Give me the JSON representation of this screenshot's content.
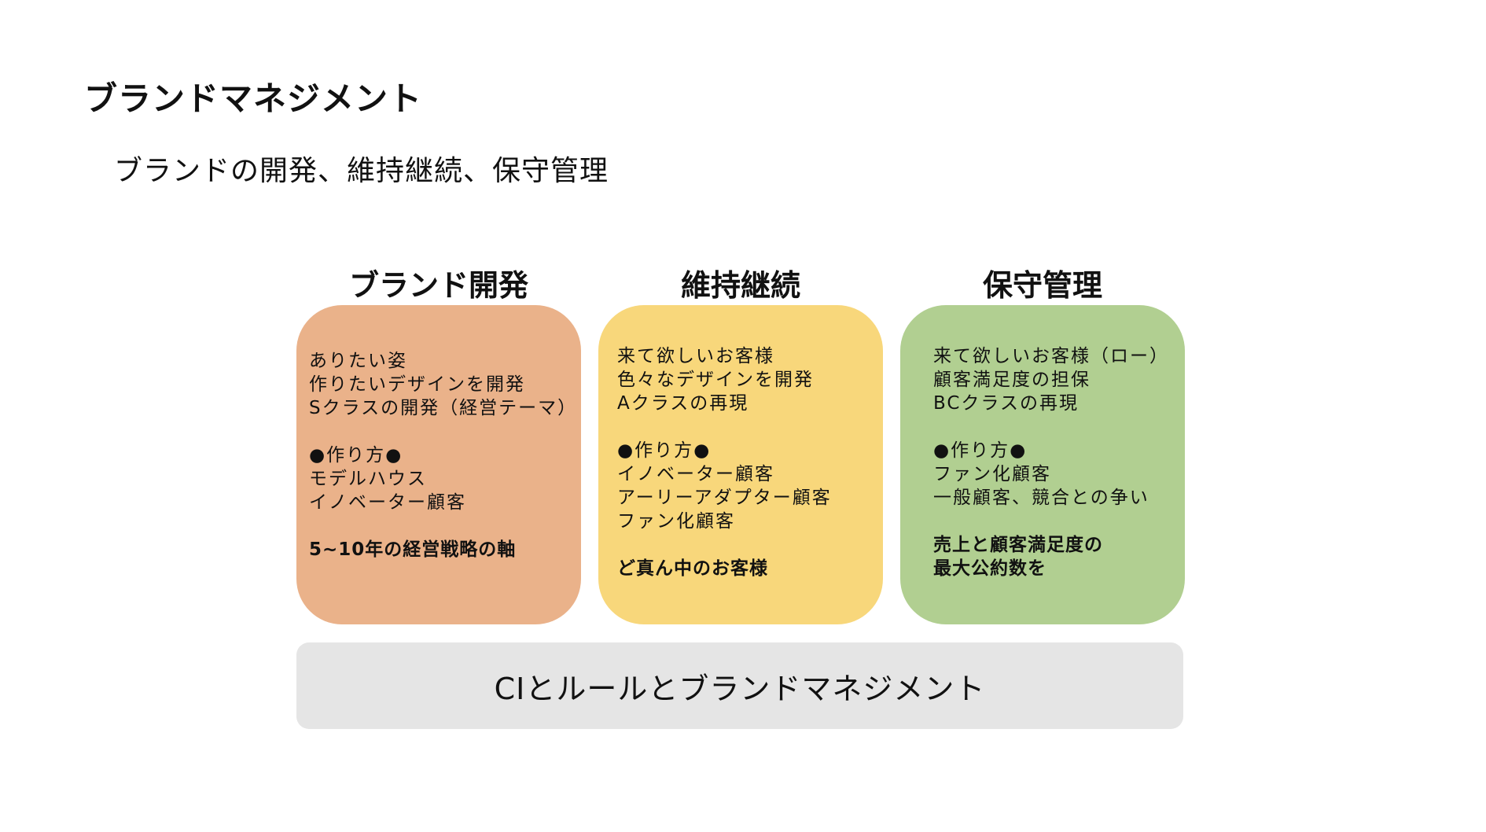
{
  "title": "ブランドマネジメント",
  "subtitle": "ブランドの開発、維持継続、保守管理",
  "columns": [
    {
      "heading": "ブランド開発",
      "color": "#eab28a",
      "lines": [
        "ありたい姿",
        "作りたいデザインを開発",
        "Sクラスの開発（経営テーマ）"
      ],
      "method_label": "●作り方●",
      "method_lines": [
        "モデルハウス",
        "イノベーター顧客"
      ],
      "emphasis": [
        "5~10年の経営戦略の軸"
      ]
    },
    {
      "heading": "維持継続",
      "color": "#f8d77b",
      "lines": [
        "来て欲しいお客様",
        "色々なデザインを開発",
        "Aクラスの再現"
      ],
      "method_label": "●作り方●",
      "method_lines": [
        "イノベーター顧客",
        "アーリーアダプター顧客",
        "ファン化顧客"
      ],
      "emphasis": [
        "ど真ん中のお客様"
      ]
    },
    {
      "heading": "保守管理",
      "color": "#b1cf91",
      "lines": [
        "来て欲しいお客様（ロー）",
        "顧客満足度の担保",
        "BCクラスの再現"
      ],
      "method_label": "●作り方●",
      "method_lines": [
        "ファン化顧客",
        "一般顧客、競合との争い"
      ],
      "emphasis": [
        "売上と顧客満足度の",
        "最大公約数を"
      ]
    }
  ],
  "foundation": {
    "label": "CIとルールとブランドマネジメント",
    "color": "#e5e5e5"
  }
}
